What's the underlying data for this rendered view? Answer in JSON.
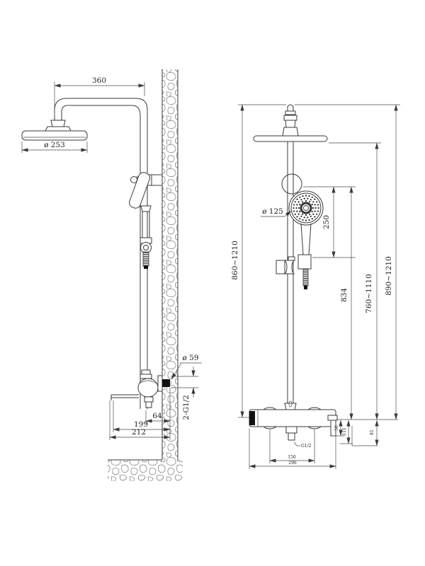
{
  "drawing": {
    "left_view": {
      "arm_length": "360",
      "head_diameter": "ø 253",
      "inlet_cover_diameter": "ø 59",
      "inlet_thread": "2-G1/2",
      "wall_to_outlet": "64",
      "wall_to_spout": "199",
      "wall_to_front": "212"
    },
    "right_view": {
      "overall_height_left": "860~1210",
      "hand_shower_diameter": "ø 125",
      "hand_shower_length": "250",
      "slide_bar_length": "834",
      "head_height_range": "760~1110",
      "overall_height_right": "890~1210",
      "handle_drop": "50",
      "outlet_drop": "111",
      "handle_offset": "81",
      "outlet_thread": "G1/2",
      "inlet_centers": "150",
      "valve_length": "296"
    },
    "colors": {
      "line": "#3a3a3a",
      "text": "#222222",
      "solid": "#111111"
    }
  }
}
